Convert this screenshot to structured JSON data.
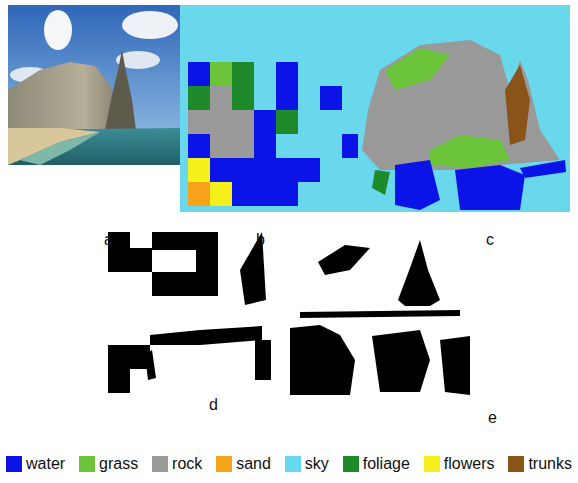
{
  "diagram": {
    "labels": [
      "a",
      "b",
      "c",
      "d",
      "e"
    ],
    "legend": [
      {
        "text": "water",
        "color": "#0a14e6"
      },
      {
        "text": "grass",
        "color": "#6cc43a"
      },
      {
        "text": "rock",
        "color": "#999999"
      },
      {
        "text": "sand",
        "color": "#f7a21b"
      },
      {
        "text": "sky",
        "color": "#6ad8ec"
      },
      {
        "text": "foliage",
        "color": "#1f8a2a"
      },
      {
        "text": "flowers",
        "color": "#f6f01a"
      },
      {
        "text": "trunks",
        "color": "#8a5318"
      }
    ]
  }
}
